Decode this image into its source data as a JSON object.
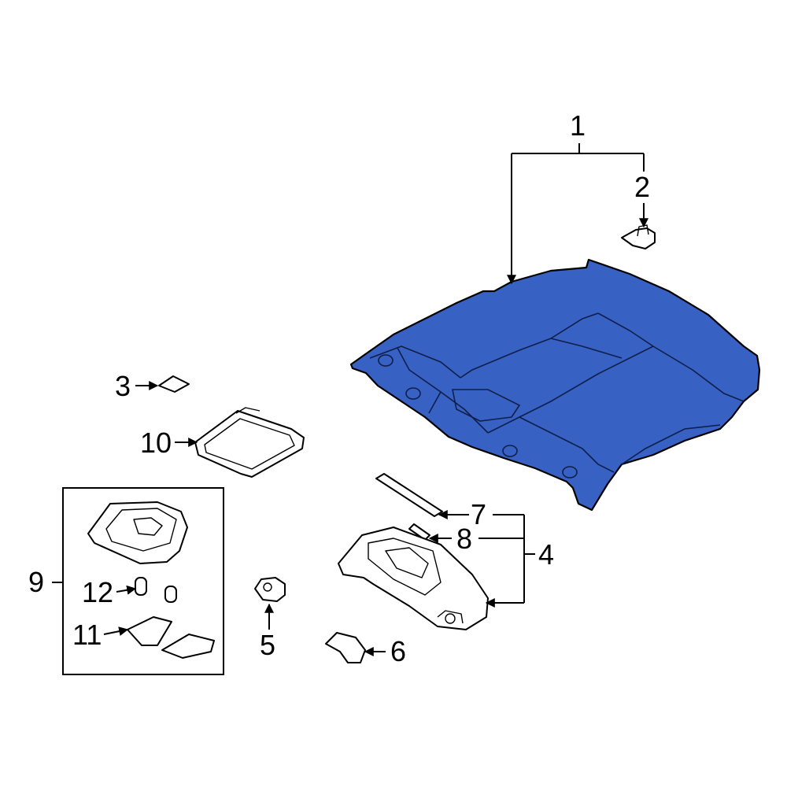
{
  "colors": {
    "highlight": "#3762c4",
    "line": "#000000",
    "background": "#ffffff"
  },
  "callouts": [
    {
      "id": "1",
      "text": "1"
    },
    {
      "id": "2",
      "text": "2"
    },
    {
      "id": "3",
      "text": "3"
    },
    {
      "id": "4",
      "text": "4"
    },
    {
      "id": "5",
      "text": "5"
    },
    {
      "id": "6",
      "text": "6"
    },
    {
      "id": "7",
      "text": "7"
    },
    {
      "id": "8",
      "text": "8"
    },
    {
      "id": "9",
      "text": "9"
    },
    {
      "id": "10",
      "text": "10"
    },
    {
      "id": "11",
      "text": "11"
    },
    {
      "id": "12",
      "text": "12"
    }
  ],
  "highlighted_part": "1"
}
